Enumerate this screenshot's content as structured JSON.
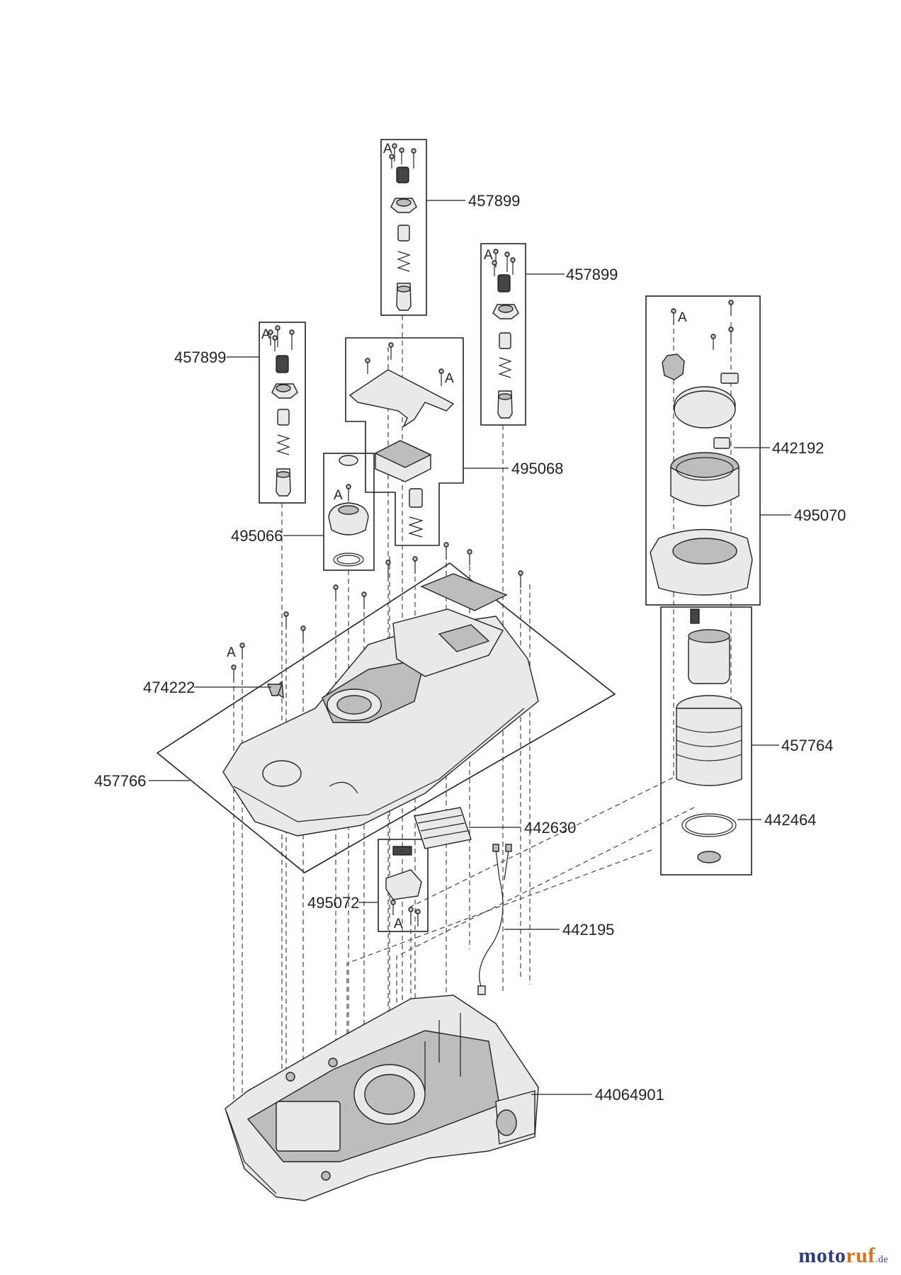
{
  "labels": {
    "l457899a": "457899",
    "l457899b": "457899",
    "l457899c": "457899",
    "l442192": "442192",
    "l495068": "495068",
    "l495070": "495070",
    "l495066": "495066",
    "l474222": "474222",
    "l457764": "457764",
    "l457766": "457766",
    "l442464": "442464",
    "l442630": "442630",
    "l495072": "495072",
    "l442195": "442195",
    "l44064901": "44064901"
  },
  "screw_letter": "A",
  "watermark": {
    "part1": "moto",
    "part2": "ruf",
    "part3": ".de"
  }
}
